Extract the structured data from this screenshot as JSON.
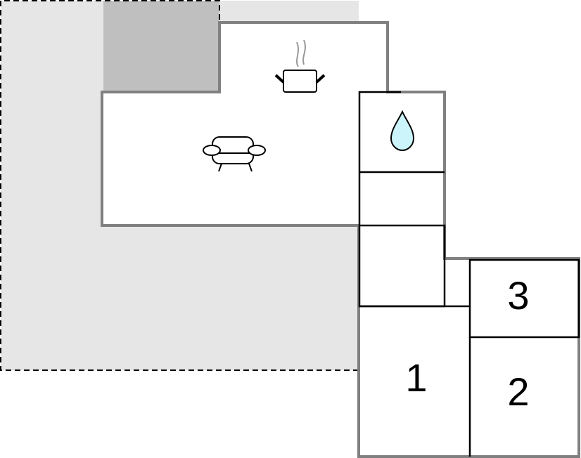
{
  "plan": {
    "rooms": [
      {
        "id": "bedroom-1",
        "label": "1"
      },
      {
        "id": "bedroom-2",
        "label": "2"
      },
      {
        "id": "bedroom-3",
        "label": "3"
      }
    ],
    "icons": [
      "kitchen-pot-icon",
      "sofa-icon",
      "water-drop-icon"
    ],
    "colors": {
      "terrace": "#e6e6e6",
      "covered_terrace": "#bfbfbf",
      "outer_wall": "#808080",
      "inner_wall": "#000000",
      "water": "#ccf5fb"
    }
  }
}
